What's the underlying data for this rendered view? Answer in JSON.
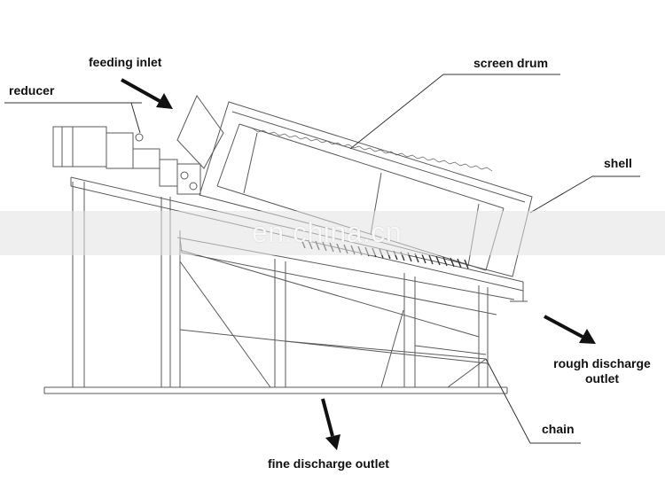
{
  "labels": {
    "feeding_inlet": "feeding inlet",
    "reducer": "reducer",
    "screen_drum": "screen drum",
    "shell": "shell",
    "rough_discharge_line1": "rough discharge",
    "rough_discharge_line2": "outlet",
    "chain": "chain",
    "fine_discharge_outlet": "fine discharge outlet"
  },
  "watermark": "en.china.cn",
  "colors": {
    "line": "#5a5a5a",
    "arrow": "#111111",
    "text": "#111111"
  }
}
